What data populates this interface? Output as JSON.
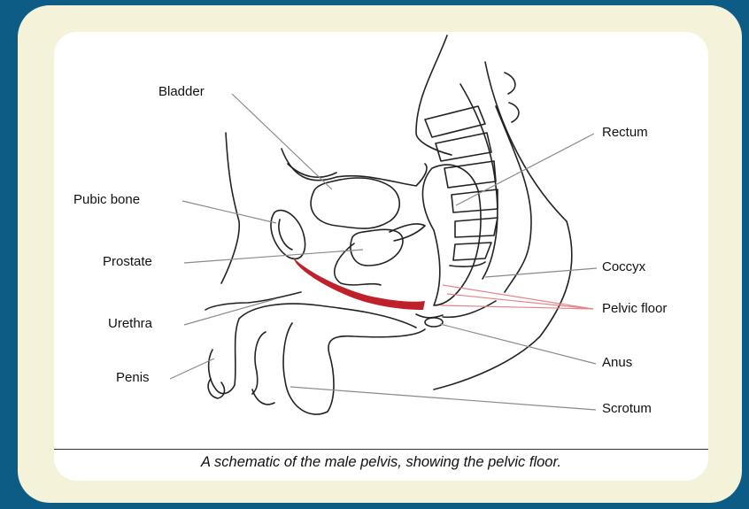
{
  "labels": {
    "bladder": "Bladder",
    "pubic_bone": "Pubic bone",
    "prostate": "Prostate",
    "urethra": "Urethra",
    "penis": "Penis",
    "rectum": "Rectum",
    "coccyx": "Coccyx",
    "pelvic_floor": "Pelvic floor",
    "anus": "Anus",
    "scrotum": "Scrotum"
  },
  "caption": "A schematic of the male pelvis, showing the pelvic floor.",
  "colors": {
    "outer_background": "#0d5c86",
    "card": "#f4f3d9",
    "panel": "#ffffff",
    "pelvic_floor": "#c0202a",
    "leader_line": "#8a8a8a",
    "outline": "#222222"
  }
}
